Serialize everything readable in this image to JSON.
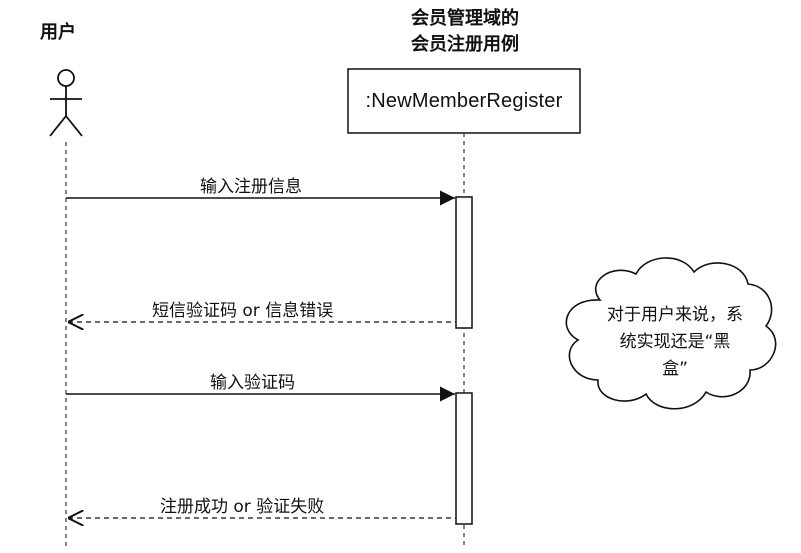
{
  "actor": {
    "name": "用户"
  },
  "system": {
    "title_line1": "会员管理域的",
    "title_line2": "会员注册用例"
  },
  "object": {
    "label": ":NewMemberRegister"
  },
  "messages": [
    {
      "label": "输入注册信息",
      "kind": "call"
    },
    {
      "label": "短信验证码 or 信息错误",
      "kind": "return"
    },
    {
      "label": "输入验证码",
      "kind": "call"
    },
    {
      "label": "注册成功 or 验证失败",
      "kind": "return"
    }
  ],
  "note": {
    "line1": "对于用户来说，系",
    "line2": "统实现还是“黑",
    "line3": "盒”"
  }
}
